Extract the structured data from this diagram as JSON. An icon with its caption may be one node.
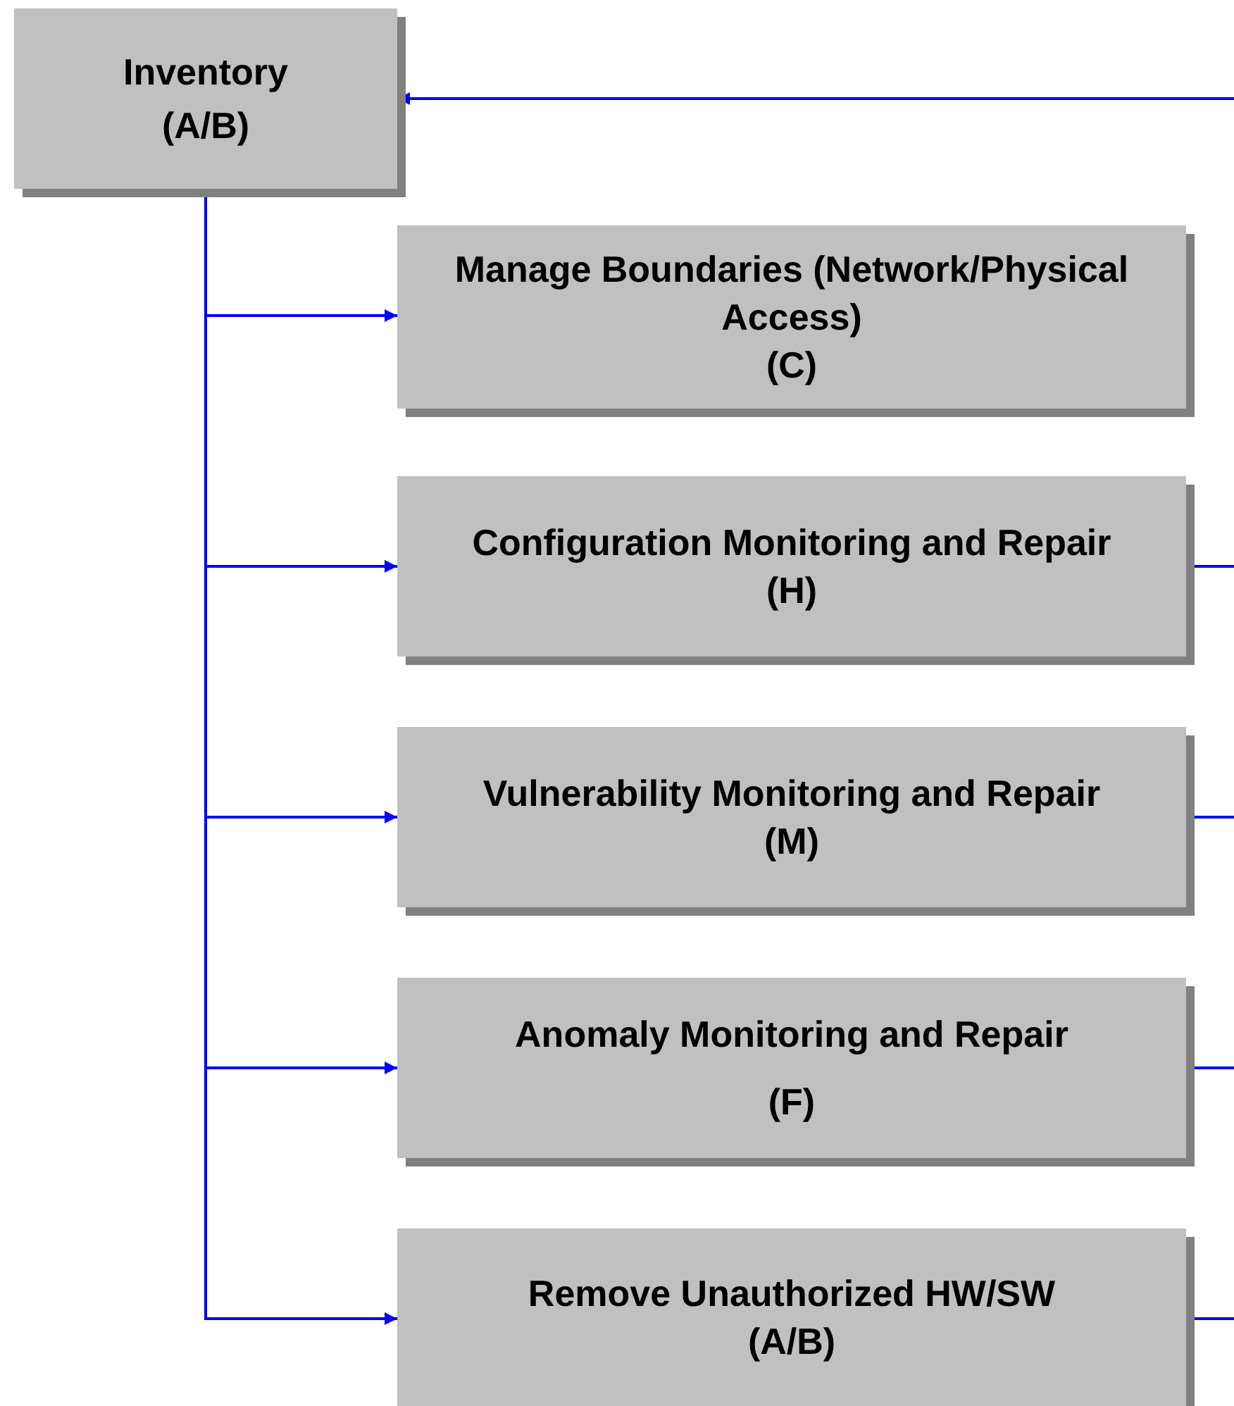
{
  "diagram": {
    "nodes": [
      {
        "text": [
          "Inventory",
          "(A/B)"
        ]
      },
      {
        "text": [
          "Manage Boundaries (Network/Physical Access)",
          "(C)"
        ]
      },
      {
        "text": [
          "Configuration Monitoring and Repair",
          "(H)"
        ]
      },
      {
        "text": [
          "Vulnerability Monitoring and Repair",
          "(M)"
        ]
      },
      {
        "text": [
          "Anomaly Monitoring and Repair",
          "(F)"
        ]
      },
      {
        "text": [
          "Remove Unauthorized HW/SW",
          "(A/B)"
        ]
      }
    ],
    "edges": [
      {
        "from": null,
        "to": 0,
        "arrow": "to"
      },
      {
        "from": 0,
        "to": 1,
        "arrow": "to"
      },
      {
        "from": 0,
        "to": 2,
        "arrow": "to"
      },
      {
        "from": 0,
        "to": 3,
        "arrow": "to"
      },
      {
        "from": 0,
        "to": 4,
        "arrow": "to"
      },
      {
        "from": 0,
        "to": 5,
        "arrow": "to"
      },
      {
        "from": 2,
        "to": null,
        "arrow": "none"
      },
      {
        "from": 3,
        "to": null,
        "arrow": "none"
      },
      {
        "from": 4,
        "to": null,
        "arrow": "none"
      },
      {
        "from": 5,
        "to": null,
        "arrow": "none"
      }
    ]
  }
}
